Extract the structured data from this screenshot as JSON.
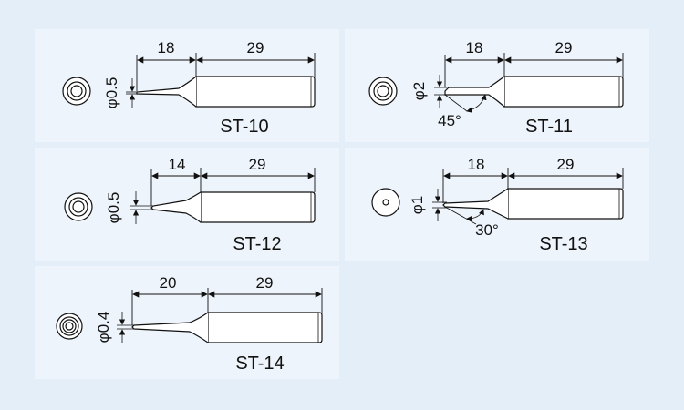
{
  "tips": [
    {
      "model": "ST-10",
      "diameter_label": "φ0.5",
      "dim_a": "18",
      "dim_b": "29",
      "angle_label": "",
      "end_view": "rings"
    },
    {
      "model": "ST-11",
      "diameter_label": "φ2",
      "dim_a": "18",
      "dim_b": "29",
      "angle_label": "45°",
      "end_view": "rings"
    },
    {
      "model": "ST-12",
      "diameter_label": "φ0.5",
      "dim_a": "14",
      "dim_b": "29",
      "angle_label": "",
      "end_view": "rings"
    },
    {
      "model": "ST-13",
      "diameter_label": "φ1",
      "dim_a": "18",
      "dim_b": "29",
      "angle_label": "30°",
      "end_view": "single-ring"
    },
    {
      "model": "ST-14",
      "diameter_label": "φ0.4",
      "dim_a": "20",
      "dim_b": "29",
      "angle_label": "",
      "end_view": "dense-rings"
    }
  ],
  "colors": {
    "background": "#e3eef8",
    "panel": "#eef4fb",
    "line": "#111111",
    "dimension_line": "#d03a2a",
    "tip_fill": "#ffffff"
  }
}
